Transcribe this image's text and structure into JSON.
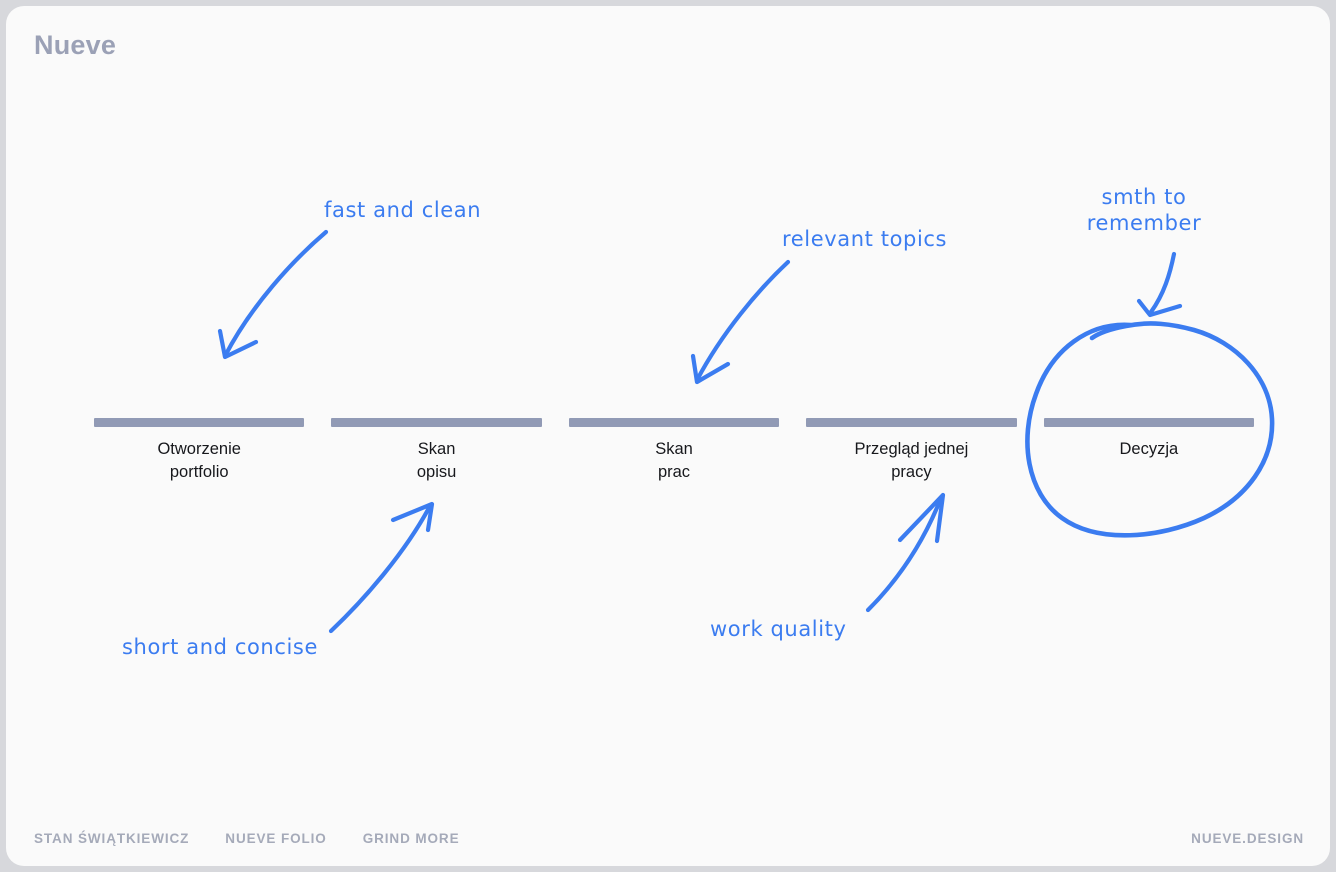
{
  "header": {
    "title": "Nueve"
  },
  "flow": {
    "steps": [
      {
        "label": "Otworzenie\nportfolio"
      },
      {
        "label": "Skan\nopisu"
      },
      {
        "label": "Skan\nprac"
      },
      {
        "label": "Przegląd jednej\npracy"
      },
      {
        "label": "Decyzja"
      }
    ],
    "bar_color": "#919ab5"
  },
  "annotations": {
    "ink_color": "#3b7cf0",
    "notes": [
      {
        "id": "fast-and-clean",
        "text": "fast and clean",
        "points_to": "Otworzenie portfolio"
      },
      {
        "id": "relevant-topics",
        "text": "relevant topics",
        "points_to": "Skan prac"
      },
      {
        "id": "smth-to-remember",
        "text": "smth to\nremember",
        "points_to": "Decyzja"
      },
      {
        "id": "short-and-concise",
        "text": "short and concise",
        "points_to": "Skan opisu"
      },
      {
        "id": "work-quality",
        "text": "work quality",
        "points_to": "Przegląd jednej pracy"
      }
    ],
    "highlight_circle": {
      "around": "Decyzja"
    }
  },
  "footer": {
    "left_links": [
      {
        "label": "Stan Świątkiewicz"
      },
      {
        "label": "Nueve Folio"
      },
      {
        "label": "Grind More"
      }
    ],
    "right_link": {
      "label": "Nueve.design"
    }
  },
  "theme": {
    "canvas_background": "#d7d8dc",
    "card_background": "#fafafa",
    "title_color": "#9ba1b6",
    "text_color": "#17181c",
    "footer_color": "#a5aab9"
  }
}
